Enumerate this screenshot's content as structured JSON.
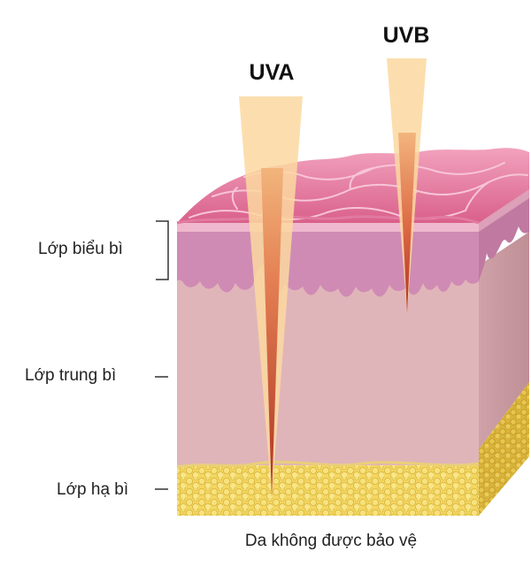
{
  "rays": [
    {
      "label": "UVA"
    },
    {
      "label": "UVB"
    }
  ],
  "layers": [
    {
      "label": "Lớp biểu bì"
    },
    {
      "label": "Lớp trung bì"
    },
    {
      "label": "Lớp hạ bì"
    }
  ],
  "caption": "Da không được bảo vệ",
  "colors": {
    "epidermis_top": "#e8789e",
    "epidermis": "#cf8bb3",
    "dermis_front": "#e0b4b8",
    "dermis_side": "#caa0a6",
    "hypodermis": "#f3da6a",
    "hypodermis_side": "#d9b63a",
    "ray_beam": "#fbd9a0",
    "ray_core": "#b93a2a"
  }
}
